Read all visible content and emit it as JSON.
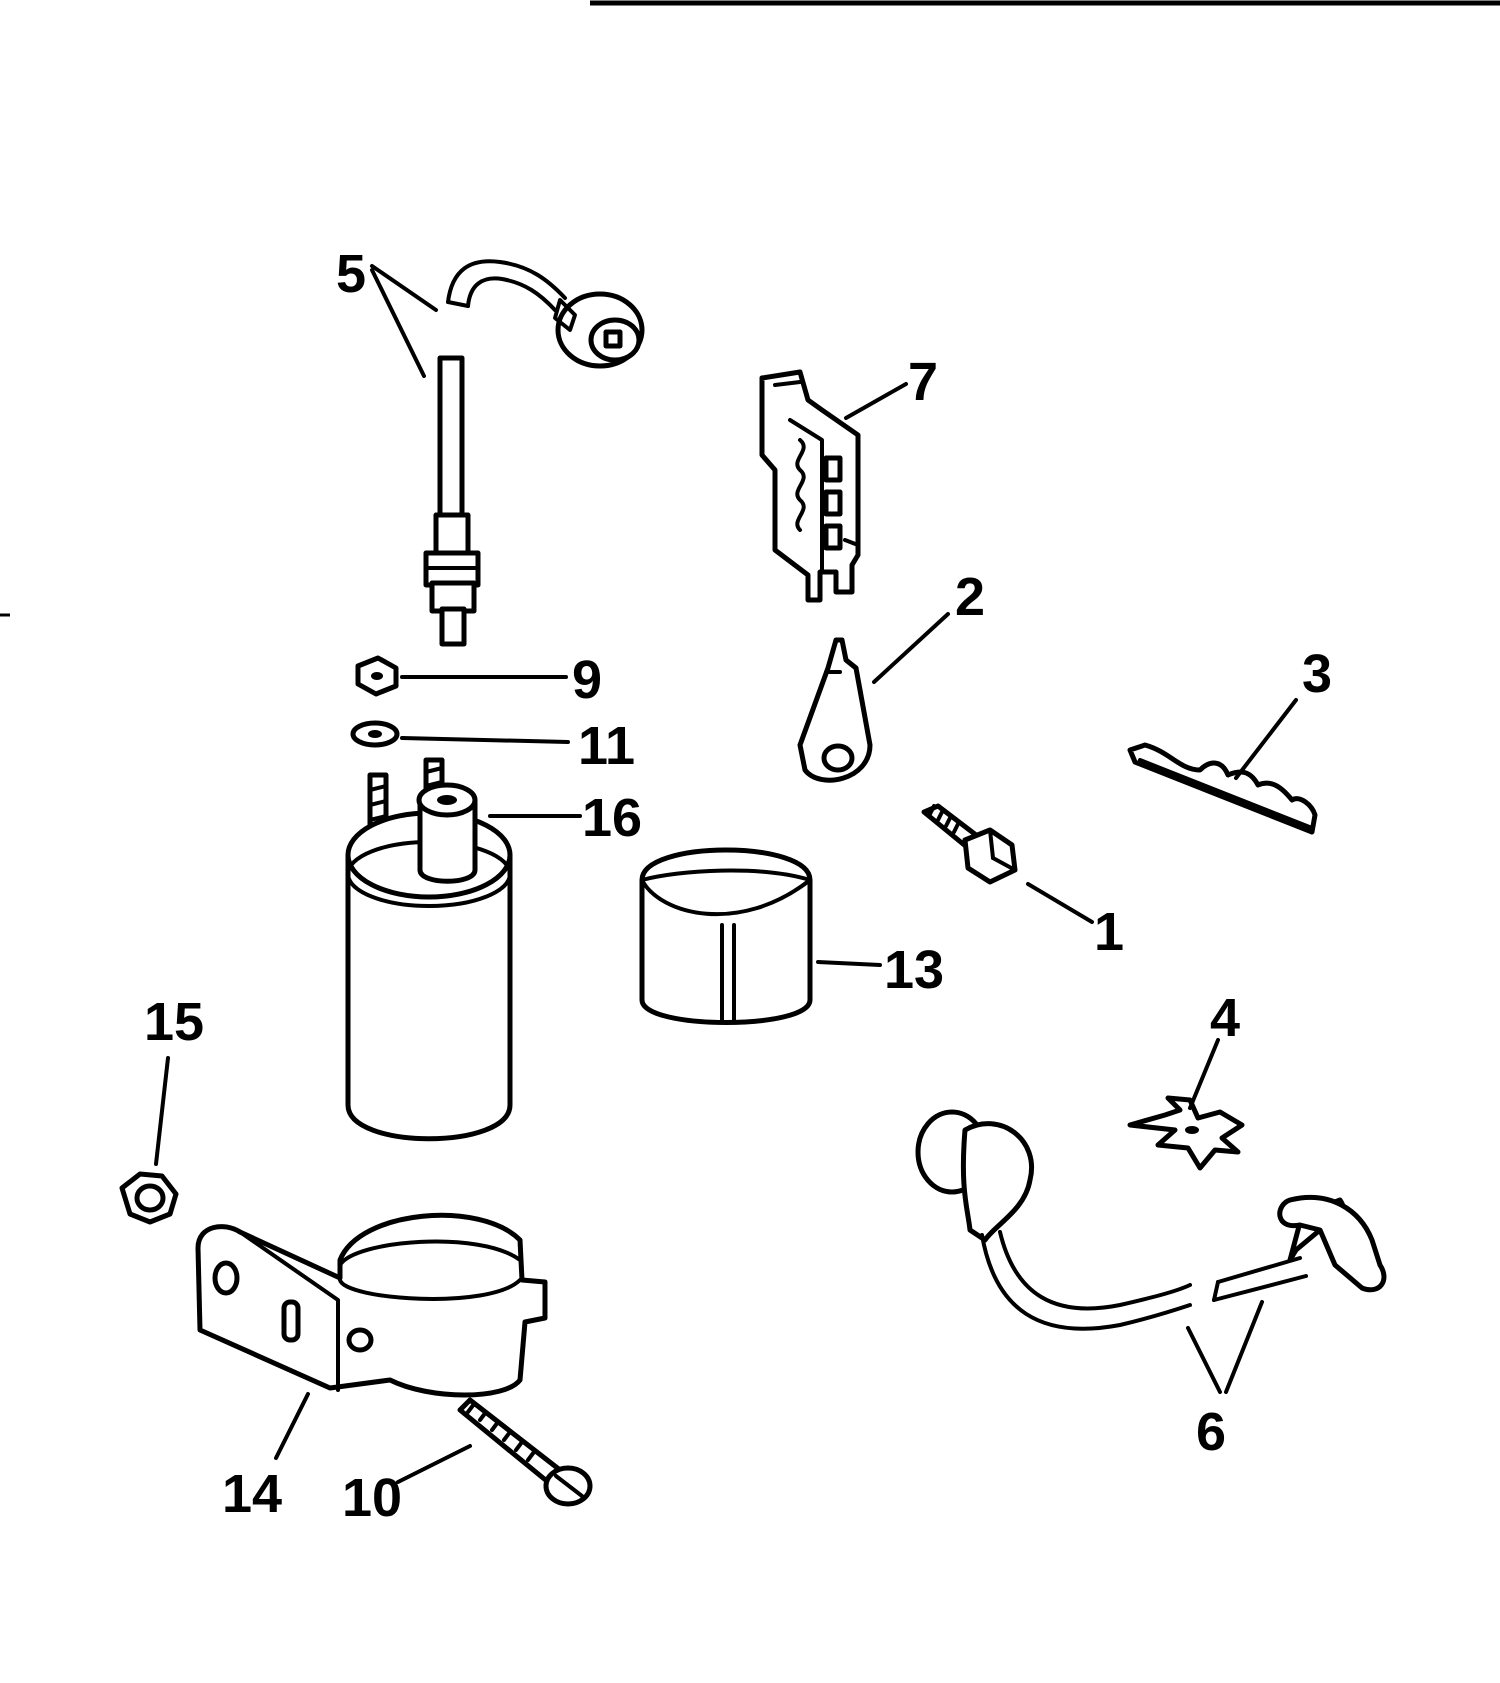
{
  "diagram": {
    "callouts": {
      "c1": "1",
      "c2": "2",
      "c3": "3",
      "c4": "4",
      "c5": "5",
      "c6": "6",
      "c7": "7",
      "c9": "9",
      "c10": "10",
      "c11": "11",
      "c13": "13",
      "c14": "14",
      "c15": "15",
      "c16": "16"
    },
    "colors": {
      "ink": "#000000",
      "paper": "#ffffff"
    }
  }
}
